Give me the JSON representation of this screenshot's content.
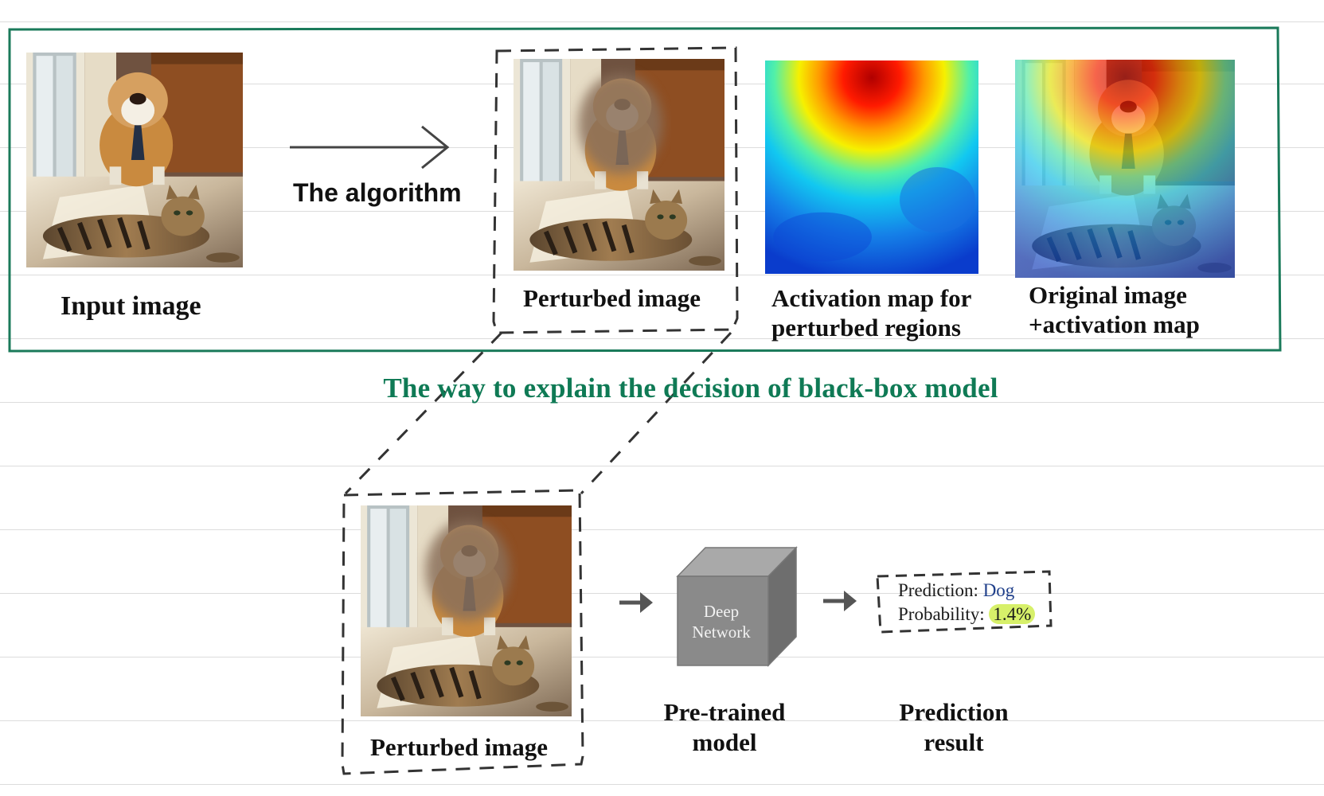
{
  "top_panel": {
    "input_label": "Input image",
    "algorithm_label": "The algorithm",
    "perturbed_label": "Perturbed image",
    "activation_label_1": "Activation map for",
    "activation_label_2": "perturbed regions",
    "overlay_label_1": "Original image",
    "overlay_label_2": "+activation map"
  },
  "caption": "The way to explain the  decision of black-box model",
  "bottom_panel": {
    "perturbed_label": "Perturbed image",
    "cube_line_1": "Deep",
    "cube_line_2": "Network",
    "model_label_1": "Pre-trained",
    "model_label_2": "model",
    "prediction_key": "Prediction:",
    "prediction_value": "Dog",
    "probability_key": "Probability:",
    "probability_value": "1.4%",
    "result_label_1": "Prediction",
    "result_label_2": "result"
  },
  "colors": {
    "frame": "#1a7a5a",
    "caption": "#0f7a55",
    "highlight": "#d7f06a",
    "prediction_value": "#1f3f8a",
    "cube": "#8a8a8a"
  },
  "icons": {
    "arrow_algorithm": "long-right-arrow",
    "arrow_to_model": "short-right-arrow",
    "arrow_to_result": "short-right-arrow",
    "model": "cube-icon"
  }
}
